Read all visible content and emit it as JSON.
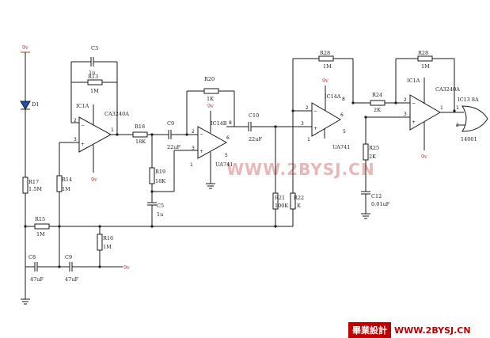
{
  "supply": {
    "vplus": "9ᴠ"
  },
  "diode": {
    "ref": "D1"
  },
  "resistors": {
    "r13": {
      "ref": "R13",
      "val": "1M"
    },
    "r14": {
      "ref": "R14",
      "val": "1M"
    },
    "r15": {
      "ref": "R15",
      "val": "1M"
    },
    "r16": {
      "ref": "R16",
      "val": "1M"
    },
    "r17": {
      "ref": "R17",
      "val": "1.5M"
    },
    "r18": {
      "ref": "R18",
      "val": "18K"
    },
    "r19": {
      "ref": "R19",
      "val": "18K"
    },
    "r20": {
      "ref": "R20",
      "val": "1K"
    },
    "r21": {
      "ref": "R21",
      "val": "100K"
    },
    "r22": {
      "ref": "R22",
      "val": "1K"
    },
    "r24": {
      "ref": "R24",
      "val": "2K"
    },
    "r25": {
      "ref": "R25",
      "val": "2K"
    },
    "r28a": {
      "ref": "R28",
      "val": "1M"
    },
    "r28b": {
      "ref": "R28",
      "val": "1M"
    }
  },
  "capacitors": {
    "c3": {
      "ref": "C3",
      "val": "1u"
    },
    "c5": {
      "ref": "C5",
      "val": "1u"
    },
    "c8": {
      "ref": "C8",
      "val": "47uF"
    },
    "c9a": {
      "ref": "C9",
      "val": "22uF"
    },
    "c9b": {
      "ref": "C9",
      "val": "47uF"
    },
    "c10": {
      "ref": "C10",
      "val": "22uF"
    },
    "c12": {
      "ref": "C12",
      "val": "0.01uF"
    }
  },
  "opamps": {
    "u1": {
      "ref": "IC1A",
      "part": "CA3240A"
    },
    "u2": {
      "ref": "IC14B",
      "part": "UA741"
    },
    "u3": {
      "ref": "IC14A",
      "part": "UA741"
    },
    "u4": {
      "ref": "IC1A",
      "part": "CA3240A"
    }
  },
  "gate": {
    "ref": "IC13 8A",
    "part": "14001"
  },
  "watermark": "WWW.2BYSJ.CN",
  "footer": {
    "logo": "畢業設計",
    "url": "WWW.2BYSJ.CN"
  }
}
